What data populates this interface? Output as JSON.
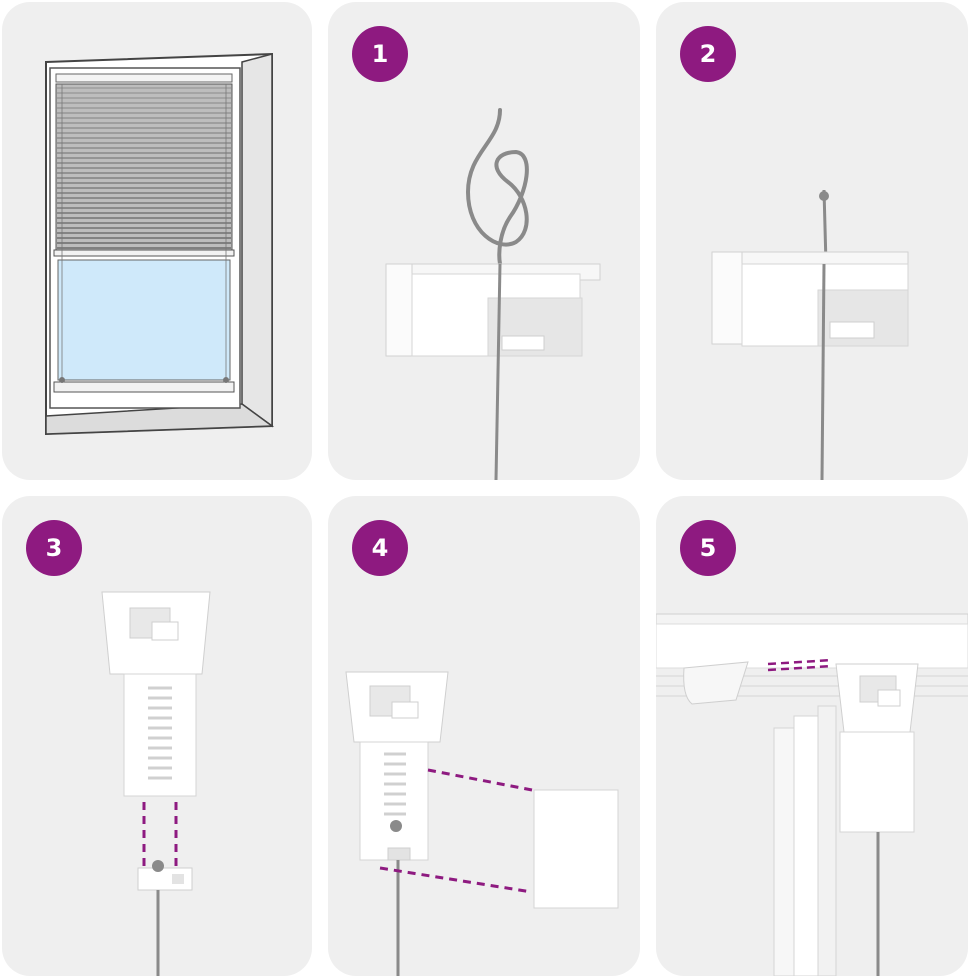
{
  "steps": [
    {
      "id": "overview",
      "badge": ""
    },
    {
      "id": "step-1",
      "badge": "1"
    },
    {
      "id": "step-2",
      "badge": "2"
    },
    {
      "id": "step-3",
      "badge": "3"
    },
    {
      "id": "step-4",
      "badge": "4"
    },
    {
      "id": "step-5",
      "badge": "5"
    }
  ],
  "colors": {
    "badge": "#8e1a80",
    "panel": "#efefef",
    "guide_dash": "#8e1a80",
    "cord": "#8a8a8a",
    "glass": "#cfe9fa"
  },
  "icons": {
    "overview": "window-pleated-blind-icon",
    "step-1": "cord-knot-bracket-icon",
    "step-2": "tightened-knot-bracket-icon",
    "step-3": "clip-attach-icon",
    "step-4": "clip-to-holder-icon",
    "step-5": "mounted-rail-clip-icon"
  }
}
